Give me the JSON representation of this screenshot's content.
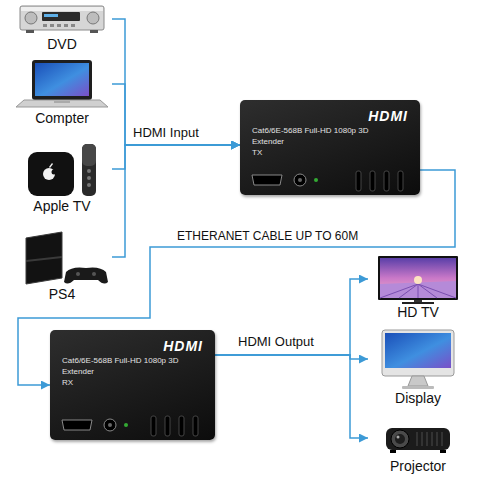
{
  "diagram": {
    "nodes": [
      {
        "text": [
          "DVD"
        ]
      },
      {
        "text": [
          "Compter"
        ]
      },
      {
        "text": [
          "Apple TV"
        ]
      },
      {
        "text": [
          "PS4"
        ]
      },
      {
        "text": [
          "HDMI",
          "Cat6/6E-568B Full-HD 1080p 3D",
          "Extender",
          "TX"
        ]
      },
      {
        "text": [
          "HDMI",
          "Cat6/6E-568B Full-HD 1080p 3D",
          "Extender",
          "RX"
        ]
      },
      {
        "text": [
          "HD TV"
        ]
      },
      {
        "text": [
          "Display"
        ]
      },
      {
        "text": [
          "Projector"
        ]
      }
    ],
    "edges": [
      {
        "from": 0,
        "to": 4,
        "arrow": "to"
      },
      {
        "from": 1,
        "to": 4,
        "arrow": "to"
      },
      {
        "from": 2,
        "to": 4,
        "arrow": "to"
      },
      {
        "from": 3,
        "to": 4,
        "arrow": "to"
      },
      {
        "from": 4,
        "to": 5,
        "label": "ETHERANET CABLE UP TO 60M",
        "arrow": "to"
      },
      {
        "from": 5,
        "to": 6,
        "arrow": "to"
      },
      {
        "from": 5,
        "to": 7,
        "arrow": "to"
      },
      {
        "from": 5,
        "to": 8,
        "arrow": "to"
      }
    ],
    "labels": [
      "HDMI Input",
      "HDMI Output"
    ]
  }
}
